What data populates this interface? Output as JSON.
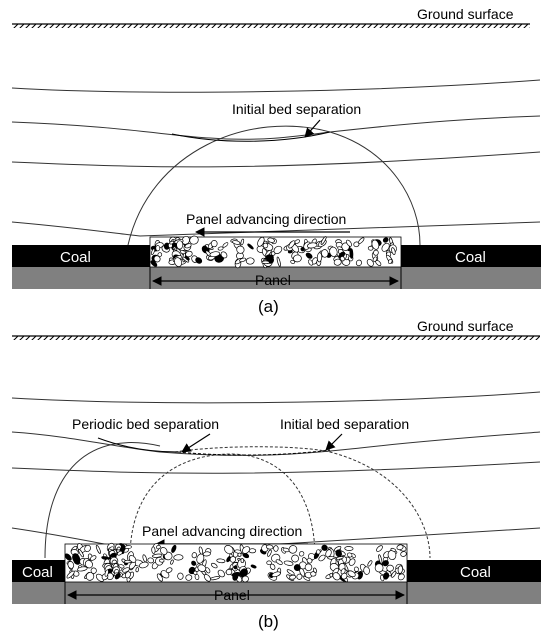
{
  "diagram_a": {
    "ground_label": "Ground surface",
    "bed_separation_label": "Initial bed separation",
    "advance_label": "Panel advancing direction",
    "coal_left": "Coal",
    "coal_right": "Coal",
    "panel_label": "Panel",
    "caption": "(a)"
  },
  "diagram_b": {
    "ground_label": "Ground surface",
    "periodic_label": "Periodic bed separation",
    "initial_label": "Initial bed separation",
    "advance_label": "Panel advancing direction",
    "coal_left": "Coal",
    "coal_right": "Coal",
    "panel_label": "Panel",
    "caption": "(b)"
  },
  "colors": {
    "coal": "#000000",
    "floor": "#808080",
    "line": "#333333"
  }
}
